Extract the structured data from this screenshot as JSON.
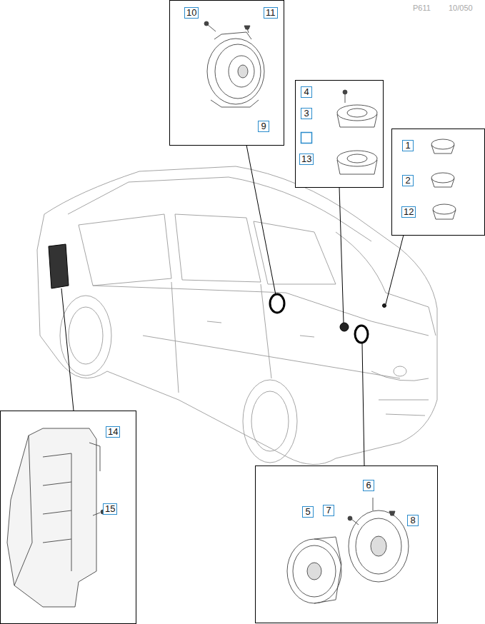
{
  "diagram": {
    "labels": [
      "P611",
      "10/050",
      "10",
      "11",
      "9",
      "4",
      "3",
      "13",
      "1",
      "2",
      "12",
      "14",
      "15",
      "5",
      "7",
      "6",
      "8"
    ]
  }
}
